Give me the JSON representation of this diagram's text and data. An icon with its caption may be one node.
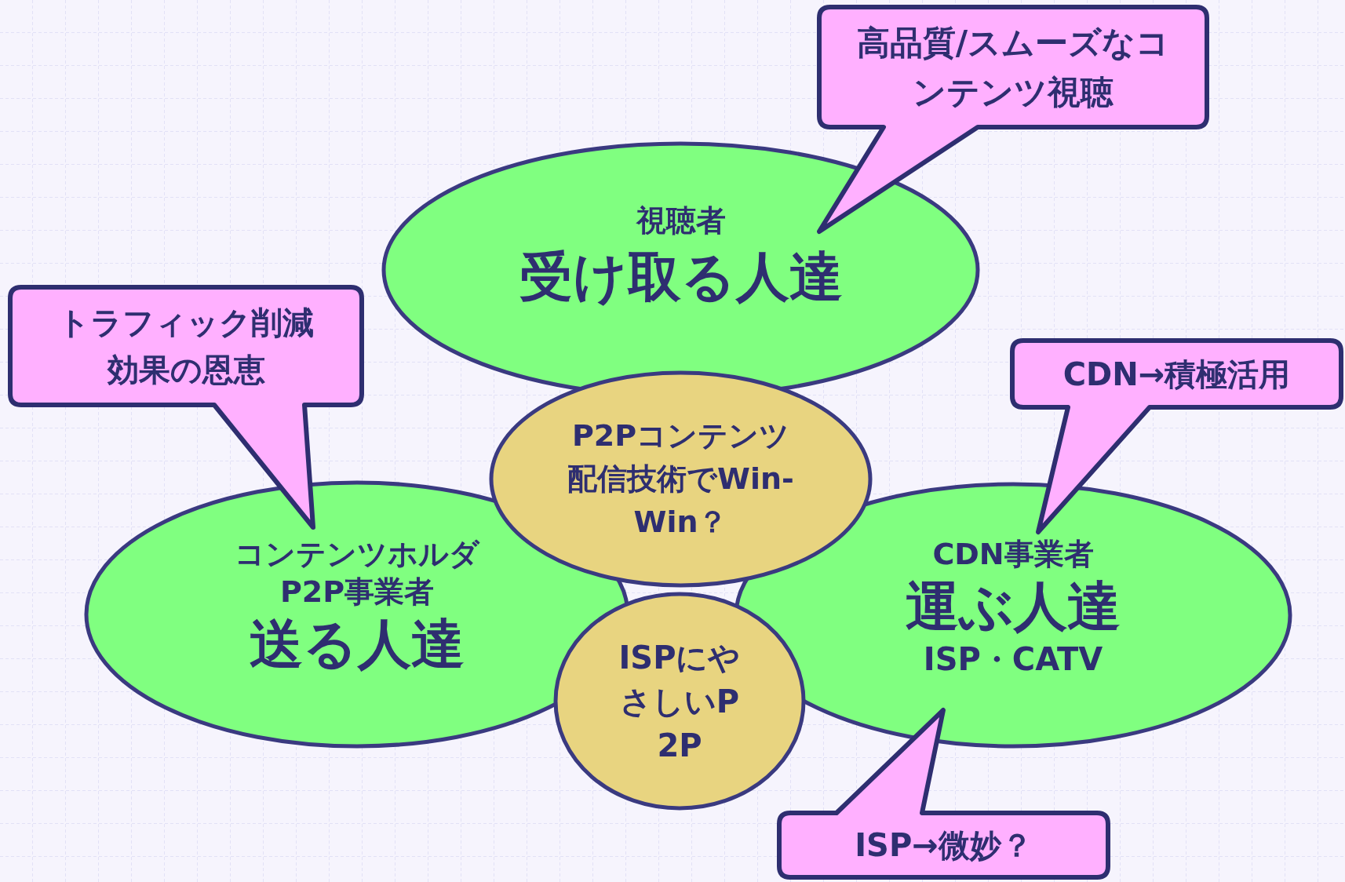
{
  "diagram": {
    "nodes": [
      {
        "text": [
          "高品質/スムーズなコンテンツ視聴"
        ]
      },
      {
        "text": [
          "視聴者",
          "受け取る人達"
        ]
      },
      {
        "text": [
          "トラフィック削減効果の恩恵"
        ]
      },
      {
        "text": [
          "CDN→積極活用"
        ]
      },
      {
        "text": [
          "P2Pコンテンツ配信技術でWin-Win？"
        ]
      },
      {
        "text": [
          "コンテンツホルダ",
          "P2P事業者",
          "送る人達"
        ]
      },
      {
        "text": [
          "CDN事業者",
          "運ぶ人達",
          "ISP・CATV"
        ]
      },
      {
        "text": [
          "ISPにやさしいP2P"
        ]
      },
      {
        "text": [
          "ISP→微妙？"
        ]
      }
    ]
  }
}
